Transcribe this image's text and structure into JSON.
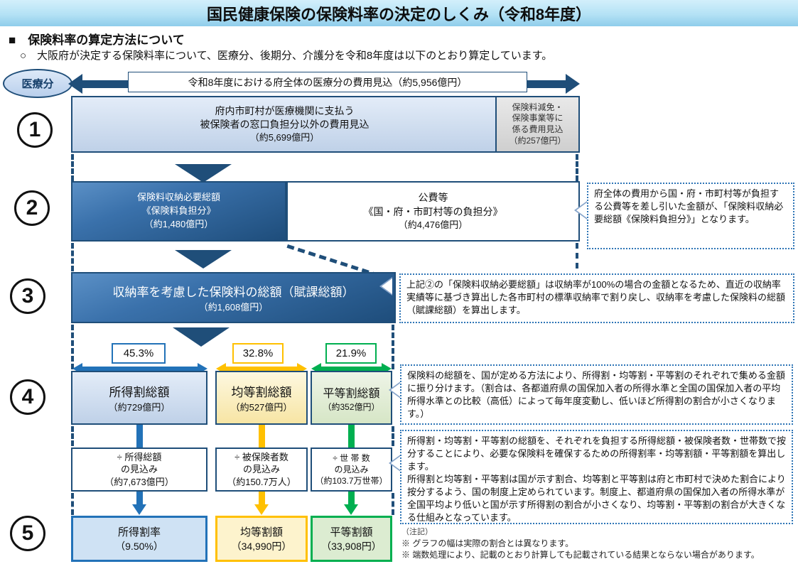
{
  "header": {
    "title": "国民健康保険の保険料率の決定のしくみ（令和8年度）"
  },
  "intro": {
    "heading": "■　保険料率の算定方法について",
    "body": "○　大阪府が決定する保険料率について、医療分、後期分、介護分を令和8年度は以下のとおり算定しています。"
  },
  "badge": {
    "label": "医療分"
  },
  "top_band": {
    "label": "令和8年度における府全体の医療分の費用見込（約5,956億円）"
  },
  "steps": {
    "s1": {
      "num": "1",
      "lines": [
        "府内市町村が医療機関に支払う",
        "被保険者の窓口負担分以外の費用見込",
        "（約5,699億円）"
      ],
      "side": [
        "保険料減免・",
        "保険事業等に",
        "係る費用見込",
        "（約257億円）"
      ]
    },
    "s2": {
      "num": "2",
      "left": [
        "保険料収納必要総額",
        "《保険料負担分》",
        "（約1,480億円）"
      ],
      "right": [
        "公費等",
        "《国・府・市町村等の負担分》",
        "（約4,476億円）"
      ],
      "callout": "府全体の費用から国・府・市町村等が負担する公費等を差し引いた金額が、「保険料収納必要総額《保険料負担分》」となります。"
    },
    "s3": {
      "num": "3",
      "lines": [
        "収納率を考慮した保険料の総額（賦課総額）",
        "（約1,608億円）"
      ],
      "callout": "上記②の「保険料収納必要総額」は収納率が100%の場合の金額となるため、直近の収納率実績等に基づき算出した各市町村の標準収納率で割り戻し、収納率を考慮した保険料の総額（賦課総額）を算出します。"
    },
    "s4": {
      "num": "4",
      "callout": "保険料の総額を、国が定める方法により、所得割・均等割・平等割のそれぞれで集める金額に振り分けます。（割合は、各都道府県の国保加入者の所得水準と全国の国保加入者の平均所得水準との比較（高低）によって毎年度変動し、低いほど所得割の割合が小さくなります。）"
    },
    "s5": {
      "num": "5",
      "callout": "所得割・均等割・平等割の総額を、それぞれを負担する所得総額・被保険者数・世帯数で按分することにより、必要な保険料を確保するための所得割率・均等割額・平等割額を算出します。\n所得割と均等割・平等割は国が示す割合、均等割と平等割は府と市町村で決めた割合により按分するよう、国の制度上定められています。制度上、都道府県の国保加入者の所得水準が全国平均より低いと国が示す所得割の割合が小さくなり、均等割・平等割の割合が大きくなる仕組みとなっています。",
      "notes": [
        "（注記）",
        "※ グラフの幅は実際の割合とは異なります。",
        "※ 端数処理により、記載のとおり計算しても記載されている結果とならない場合があります。"
      ]
    }
  },
  "columns": {
    "income": {
      "pct": "45.3%",
      "total": [
        "所得割総額",
        "（約729億円）"
      ],
      "divisor": [
        "÷ 所得総額",
        "の見込み",
        "（約7,673億円）"
      ],
      "result": [
        "所得割率",
        "（9.50%）"
      ]
    },
    "capita": {
      "pct": "32.8%",
      "total": [
        "均等割総額",
        "（約527億円）"
      ],
      "divisor": [
        "÷ 被保険者数",
        "の見込み",
        "（約150.7万人）"
      ],
      "result": [
        "均等割額",
        "（34,990円）"
      ]
    },
    "household": {
      "pct": "21.9%",
      "total": [
        "平等割総額",
        "（約352億円）"
      ],
      "divisor": [
        "÷ 世 帯 数",
        "の見込み",
        "（約103.7万世帯）"
      ],
      "result": [
        "平等割額",
        "（33,908円）"
      ]
    }
  },
  "colors": {
    "navy": "#1f4e79",
    "blue": "#2272b8",
    "yellow": "#ffc000",
    "green": "#00af50"
  }
}
